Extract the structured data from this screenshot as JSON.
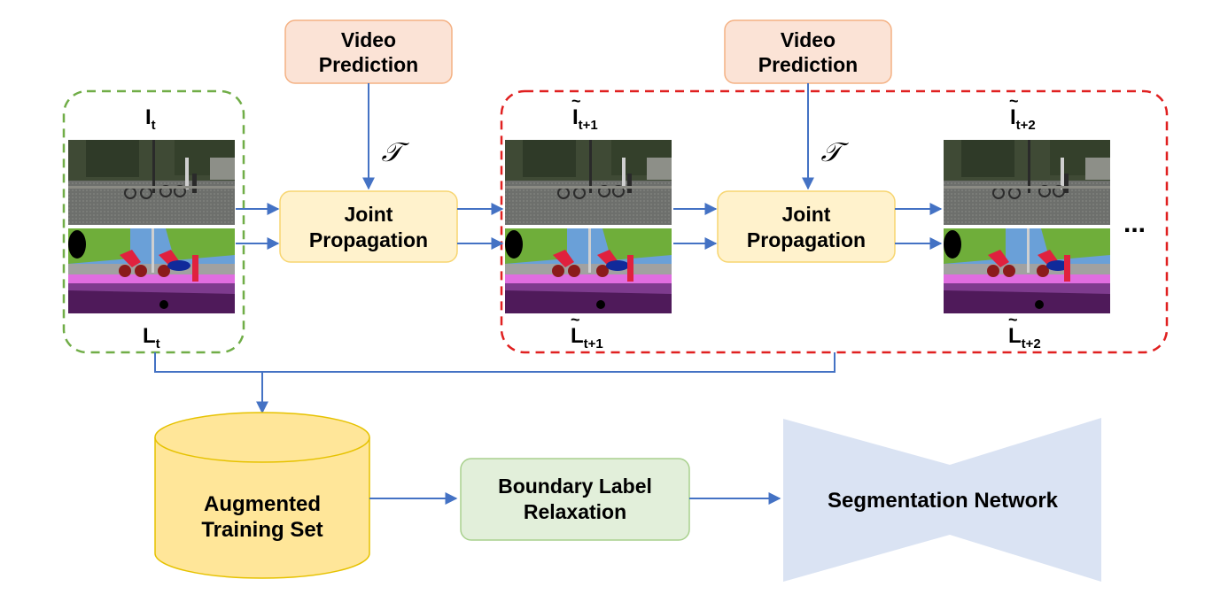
{
  "diagram": {
    "video_prediction_1": {
      "line1": "Video",
      "line2": "Prediction"
    },
    "video_prediction_2": {
      "line1": "Video",
      "line2": "Prediction"
    },
    "transform_symbol_1": "𝒯",
    "transform_symbol_2": "𝒯",
    "joint_propagation_1": {
      "line1": "Joint",
      "line2": "Propagation"
    },
    "joint_propagation_2": {
      "line1": "Joint",
      "line2": "Propagation"
    },
    "frame_labels": {
      "image_t": {
        "base": "I",
        "sub": "t"
      },
      "label_t": {
        "base": "L",
        "sub": "t"
      },
      "image_t1": {
        "base": "I",
        "sub": "t+1"
      },
      "label_t1": {
        "base": "L",
        "sub": "t+1"
      },
      "image_t2": {
        "base": "I",
        "sub": "t+2"
      },
      "label_t2": {
        "base": "L",
        "sub": "t+2"
      }
    },
    "ellipsis": "...",
    "augmented_training_set": {
      "line1": "Augmented",
      "line2": "Training Set"
    },
    "boundary_label_relaxation": {
      "line1": "Boundary Label",
      "line2": "Relaxation"
    },
    "segmentation_network": "Segmentation Network",
    "colors": {
      "video_prediction_fill": "#fbe3d6",
      "video_prediction_stroke": "#f4b183",
      "joint_propagation_fill": "#fff2cc",
      "joint_propagation_stroke": "#f7d570",
      "cylinder_fill": "#ffe699",
      "cylinder_stroke": "#e6c200",
      "relaxation_fill": "#e2efda",
      "relaxation_stroke": "#a9d18e",
      "network_fill": "#dae3f3",
      "arrow": "#4472c4",
      "green_dash": "#70ad47",
      "red_dash": "#e02020"
    }
  }
}
